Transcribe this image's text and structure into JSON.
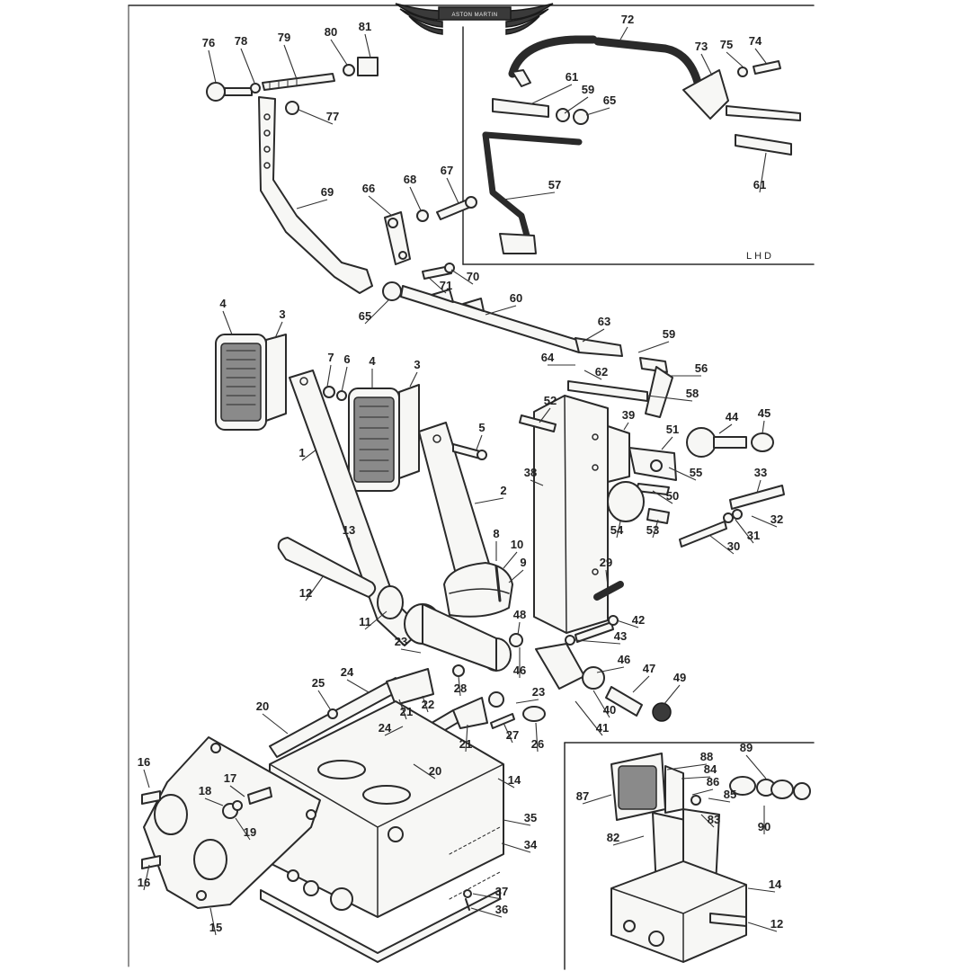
{
  "logo": {
    "name": "aston-martin-wings-logo",
    "text": "ASTON MARTIN"
  },
  "inset_top": {
    "label": "LHD"
  },
  "callouts": [
    {
      "id": "c76",
      "text": "76"
    },
    {
      "id": "c78",
      "text": "78"
    },
    {
      "id": "c79",
      "text": "79"
    },
    {
      "id": "c80",
      "text": "80"
    },
    {
      "id": "c81",
      "text": "81"
    },
    {
      "id": "c77",
      "text": "77"
    },
    {
      "id": "c69",
      "text": "69"
    },
    {
      "id": "c66",
      "text": "66"
    },
    {
      "id": "c68",
      "text": "68"
    },
    {
      "id": "c67",
      "text": "67"
    },
    {
      "id": "c70",
      "text": "70"
    },
    {
      "id": "c71",
      "text": "71"
    },
    {
      "id": "c65a",
      "text": "65"
    },
    {
      "id": "c60",
      "text": "60"
    },
    {
      "id": "c72",
      "text": "72"
    },
    {
      "id": "c73",
      "text": "73"
    },
    {
      "id": "c75",
      "text": "75"
    },
    {
      "id": "c74",
      "text": "74"
    },
    {
      "id": "c61a",
      "text": "61"
    },
    {
      "id": "c59a",
      "text": "59"
    },
    {
      "id": "c65b",
      "text": "65"
    },
    {
      "id": "c57",
      "text": "57"
    },
    {
      "id": "c61b",
      "text": "61"
    },
    {
      "id": "c4a",
      "text": "4"
    },
    {
      "id": "c3a",
      "text": "3"
    },
    {
      "id": "c7",
      "text": "7"
    },
    {
      "id": "c6",
      "text": "6"
    },
    {
      "id": "c4b",
      "text": "4"
    },
    {
      "id": "c3b",
      "text": "3"
    },
    {
      "id": "c63",
      "text": "63"
    },
    {
      "id": "c59b",
      "text": "59"
    },
    {
      "id": "c64",
      "text": "64"
    },
    {
      "id": "c62",
      "text": "62"
    },
    {
      "id": "c56",
      "text": "56"
    },
    {
      "id": "c58",
      "text": "58"
    },
    {
      "id": "c52",
      "text": "52"
    },
    {
      "id": "c39",
      "text": "39"
    },
    {
      "id": "c44",
      "text": "44"
    },
    {
      "id": "c45",
      "text": "45"
    },
    {
      "id": "c51",
      "text": "51"
    },
    {
      "id": "c1",
      "text": "1"
    },
    {
      "id": "c5",
      "text": "5"
    },
    {
      "id": "c55",
      "text": "55"
    },
    {
      "id": "c38",
      "text": "38"
    },
    {
      "id": "c2",
      "text": "2"
    },
    {
      "id": "c50",
      "text": "50"
    },
    {
      "id": "c33",
      "text": "33"
    },
    {
      "id": "c54",
      "text": "54"
    },
    {
      "id": "c53",
      "text": "53"
    },
    {
      "id": "c32",
      "text": "32"
    },
    {
      "id": "c31",
      "text": "31"
    },
    {
      "id": "c30",
      "text": "30"
    },
    {
      "id": "c13",
      "text": "13"
    },
    {
      "id": "c8",
      "text": "8"
    },
    {
      "id": "c10",
      "text": "10"
    },
    {
      "id": "c9",
      "text": "9"
    },
    {
      "id": "c29",
      "text": "29"
    },
    {
      "id": "c12a",
      "text": "12"
    },
    {
      "id": "c11",
      "text": "11"
    },
    {
      "id": "c48",
      "text": "48"
    },
    {
      "id": "c42",
      "text": "42"
    },
    {
      "id": "c43",
      "text": "43"
    },
    {
      "id": "c23a",
      "text": "23"
    },
    {
      "id": "c46a",
      "text": "46"
    },
    {
      "id": "c46b",
      "text": "46"
    },
    {
      "id": "c47",
      "text": "47"
    },
    {
      "id": "c49",
      "text": "49"
    },
    {
      "id": "c24a",
      "text": "24"
    },
    {
      "id": "c25",
      "text": "25"
    },
    {
      "id": "c28",
      "text": "28"
    },
    {
      "id": "c22",
      "text": "22"
    },
    {
      "id": "c23b",
      "text": "23"
    },
    {
      "id": "c40",
      "text": "40"
    },
    {
      "id": "c41",
      "text": "41"
    },
    {
      "id": "c20a",
      "text": "20"
    },
    {
      "id": "c21a",
      "text": "21"
    },
    {
      "id": "c24b",
      "text": "24"
    },
    {
      "id": "c21b",
      "text": "21"
    },
    {
      "id": "c27",
      "text": "27"
    },
    {
      "id": "c26",
      "text": "26"
    },
    {
      "id": "c20b",
      "text": "20"
    },
    {
      "id": "c14a",
      "text": "14"
    },
    {
      "id": "c16a",
      "text": "16"
    },
    {
      "id": "c17",
      "text": "17"
    },
    {
      "id": "c18",
      "text": "18"
    },
    {
      "id": "c19",
      "text": "19"
    },
    {
      "id": "c35",
      "text": "35"
    },
    {
      "id": "c34",
      "text": "34"
    },
    {
      "id": "c16b",
      "text": "16"
    },
    {
      "id": "c15",
      "text": "15"
    },
    {
      "id": "c37",
      "text": "37"
    },
    {
      "id": "c36",
      "text": "36"
    },
    {
      "id": "c88",
      "text": "88"
    },
    {
      "id": "c89",
      "text": "89"
    },
    {
      "id": "c84",
      "text": "84"
    },
    {
      "id": "c86",
      "text": "86"
    },
    {
      "id": "c87",
      "text": "87"
    },
    {
      "id": "c85",
      "text": "85"
    },
    {
      "id": "c90",
      "text": "90"
    },
    {
      "id": "c83",
      "text": "83"
    },
    {
      "id": "c82",
      "text": "82"
    },
    {
      "id": "c14b",
      "text": "14"
    },
    {
      "id": "c12b",
      "text": "12"
    }
  ]
}
